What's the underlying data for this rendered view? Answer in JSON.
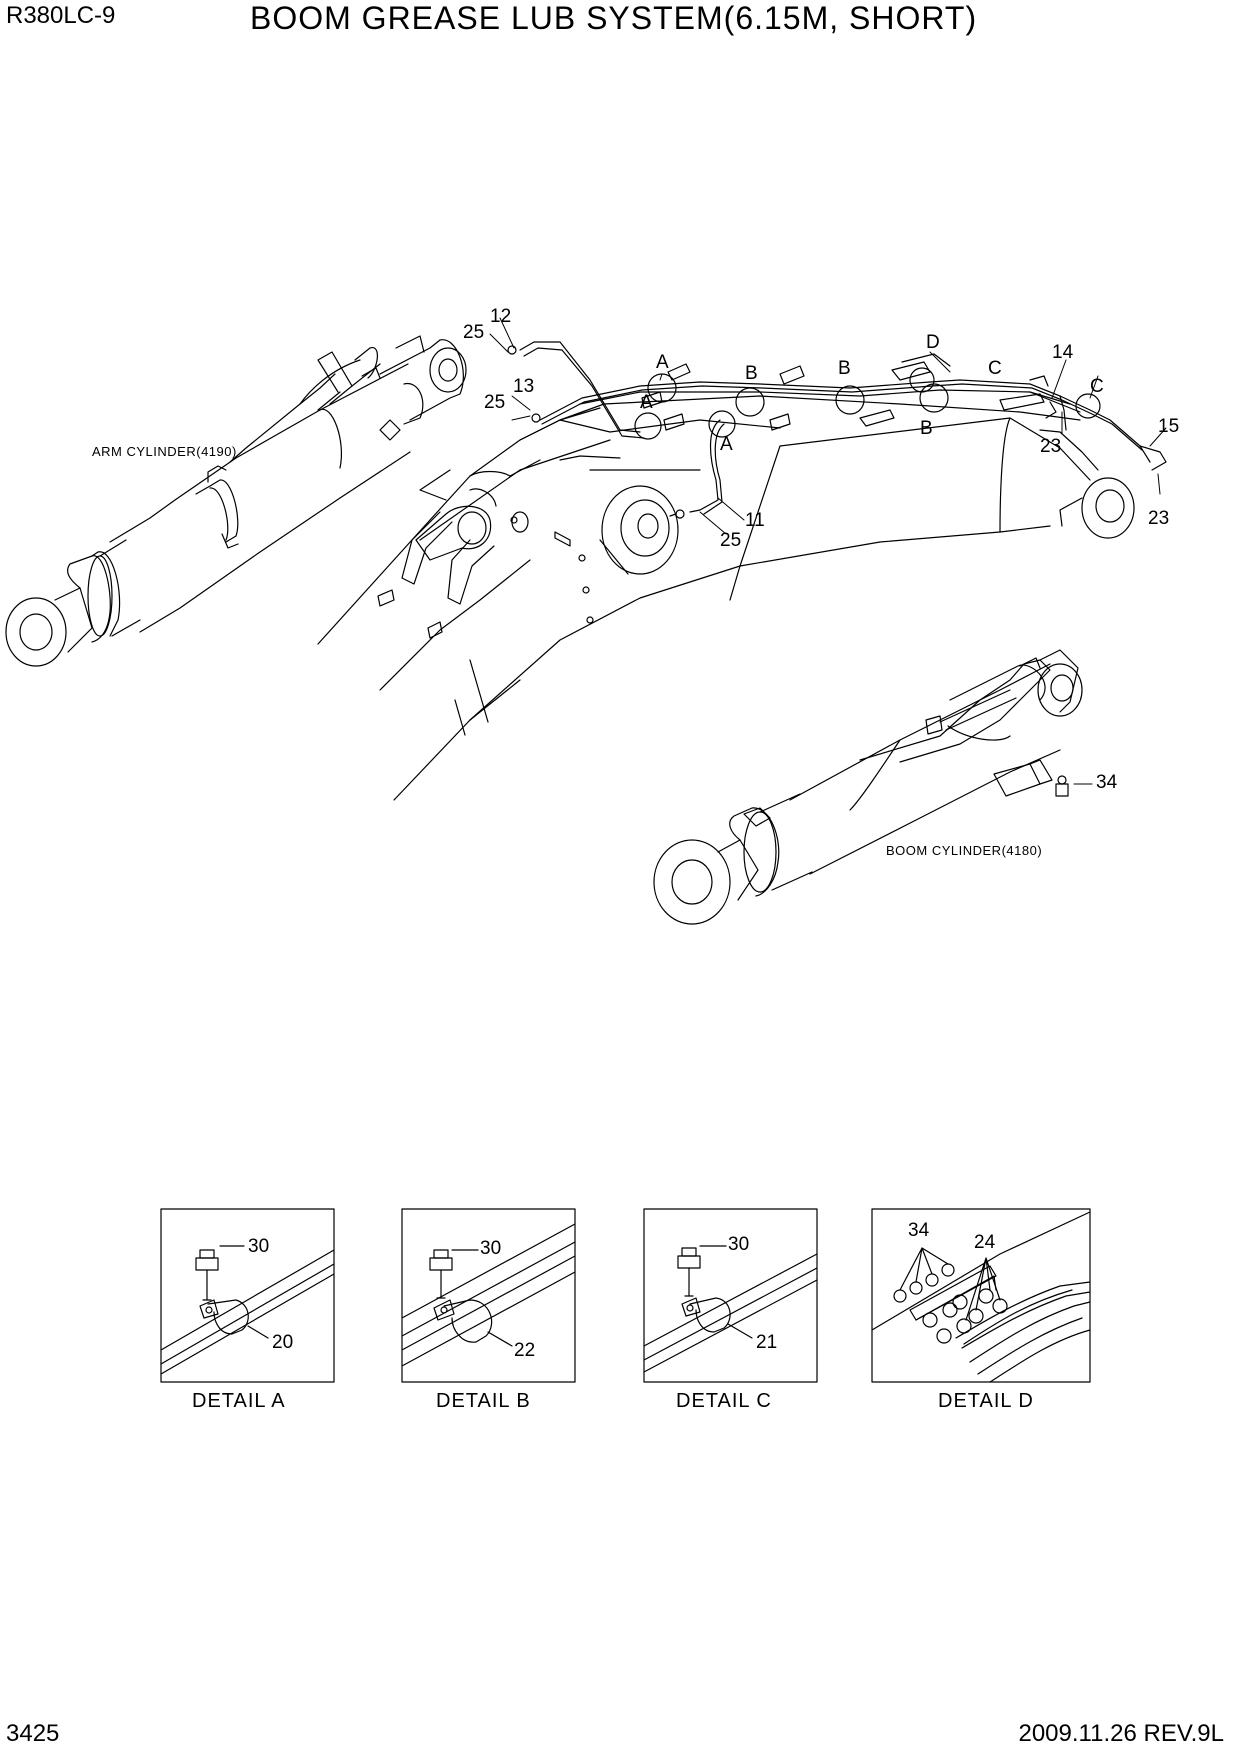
{
  "header": {
    "model": "R380LC-9",
    "title": "BOOM GREASE LUB SYSTEM(6.15M, SHORT)"
  },
  "footer": {
    "page": "3425",
    "revision": "2009.11.26 REV.9L"
  },
  "captions": {
    "arm_cylinder": "ARM CYLINDER(4190)",
    "boom_cylinder": "BOOM CYLINDER(4180)"
  },
  "main_callouts": {
    "c12": "12",
    "c25a": "25",
    "c25b": "25",
    "c13": "13",
    "c25c": "25",
    "c11": "11",
    "cA1": "A",
    "cA2": "A",
    "cA3": "A",
    "cB1": "B",
    "cB2": "B",
    "cB3": "B",
    "cC1": "C",
    "cC2": "C",
    "cD": "D",
    "c14": "14",
    "c23a": "23",
    "c15": "15",
    "c23b": "23",
    "c34": "34"
  },
  "details": [
    {
      "caption": "DETAIL  A",
      "callouts": [
        "30",
        "20"
      ]
    },
    {
      "caption": "DETAIL  B",
      "callouts": [
        "30",
        "22"
      ]
    },
    {
      "caption": "DETAIL  C",
      "callouts": [
        "30",
        "21"
      ]
    },
    {
      "caption": "DETAIL  D",
      "callouts": [
        "34",
        "24"
      ]
    }
  ]
}
